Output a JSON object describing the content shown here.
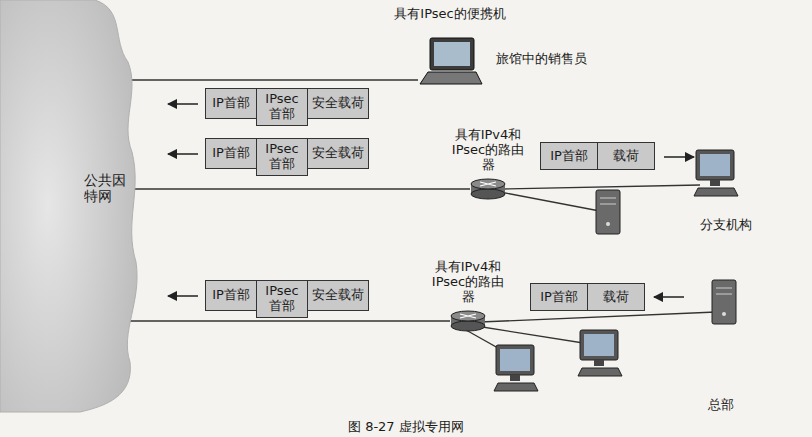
{
  "diagram": {
    "caption": "图 8-27 虚拟专用网",
    "nodes": [
      {
        "text": [
          "公共因特网"
        ]
      },
      {
        "text": [
          "具有IPsec的便携机",
          "旅馆中的销售员"
        ]
      },
      {
        "text": [
          "IP首部"
        ]
      },
      {
        "text": [
          "IPsec首部"
        ]
      },
      {
        "text": [
          "安全载荷"
        ]
      },
      {
        "text": [
          "IP首部"
        ]
      },
      {
        "text": [
          "IPsec首部"
        ]
      },
      {
        "text": [
          "安全载荷"
        ]
      },
      {
        "text": [
          "具有IPv4和IPsec的路由器"
        ]
      },
      {
        "text": [
          "IP首部"
        ]
      },
      {
        "text": [
          "载荷"
        ]
      },
      {
        "text": [
          "IP首部"
        ]
      },
      {
        "text": [
          "IPsec首部"
        ]
      },
      {
        "text": [
          "安全载荷"
        ]
      },
      {
        "text": [
          "具有IPv4和IPsec的路由器"
        ]
      },
      {
        "text": [
          "IP首部"
        ]
      },
      {
        "text": [
          "载荷"
        ]
      }
    ],
    "edges": [
      {
        "from": 0,
        "to": 1,
        "arrow": "none"
      },
      {
        "from": 0,
        "to": 8,
        "arrow": "none"
      },
      {
        "from": 0,
        "to": 14,
        "arrow": "none"
      }
    ],
    "labels": [
      "分支机构",
      "总部"
    ]
  }
}
